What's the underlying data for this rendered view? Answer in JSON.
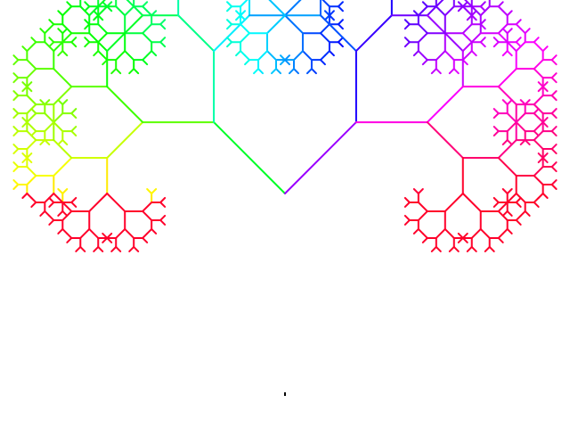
{
  "scene": {
    "subject": "fractal-tree",
    "background_color": "#ffffff",
    "recursion_depth": 9,
    "branch_angle_degrees": 45,
    "branch_scale": 0.5,
    "trunk_color_bottom": "#e8101a",
    "trunk_color_top": "#f2a000",
    "base_tip_color": "#000000",
    "palette": [
      "#ffe000",
      "#c8ff00",
      "#80ff00",
      "#20ff40",
      "#00ffb0",
      "#00e8ff",
      "#2090ff",
      "#2040ff",
      "#1010d0",
      "#8000ff",
      "#ff00e0",
      "#ff0080",
      "#e8002a"
    ]
  }
}
